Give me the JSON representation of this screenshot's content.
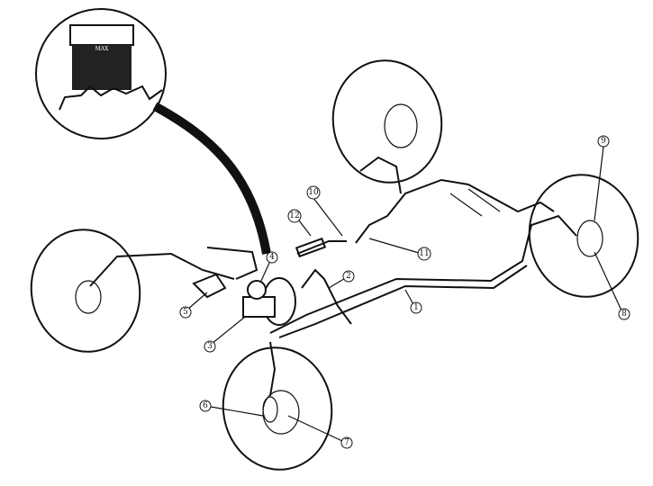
{
  "diagram": {
    "inset_text": "MAX",
    "callouts": [
      "1",
      "2",
      "3",
      "4",
      "5",
      "6",
      "7",
      "8",
      "9",
      "10",
      "11",
      "12"
    ]
  }
}
